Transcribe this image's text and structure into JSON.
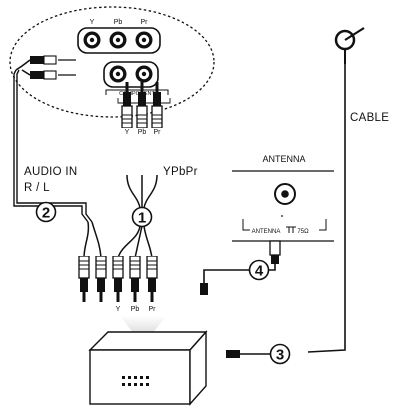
{
  "panel": {
    "jack_top_labels": [
      "Y",
      "Pb",
      "Pr"
    ],
    "component_label": "COMPONENT",
    "in_label": "IN"
  },
  "cables": {
    "ypbpr_top_labels": [
      "Y",
      "Pb",
      "Pr"
    ],
    "ypbpr_bottom_labels": [
      "Y",
      "Pb",
      "Pr"
    ],
    "audio_in_label": "AUDIO IN",
    "audio_rl_label": "R / L",
    "ypbpr_label": "YPbPr",
    "cable_label": "CABLE"
  },
  "antenna_panel": {
    "title": "ANTENNA",
    "socket_label": "ANTENNA",
    "impedance_label": "75Ω"
  },
  "steps": {
    "step1": "1",
    "step2": "2",
    "step3": "3",
    "step4": "4"
  },
  "colors": {
    "line": "#111111",
    "background": "#ffffff",
    "glow": "#dcdcdc"
  }
}
